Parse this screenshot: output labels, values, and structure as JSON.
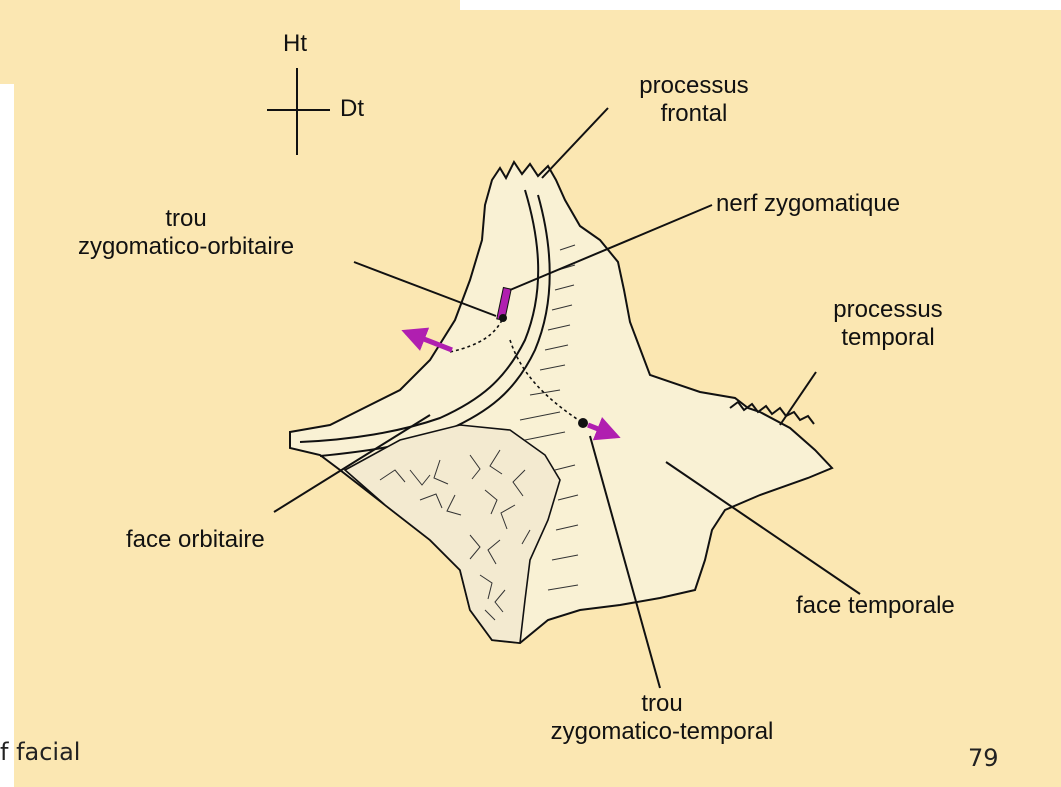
{
  "orientation": {
    "up_label": "Ht",
    "right_label": "Dt"
  },
  "labels": {
    "processus_frontal": "processus\nfrontal",
    "nerf_zygomatique": "nerf zygomatique",
    "trou_zygomatico_orbitaire": "trou\nzygomatico-orbitaire",
    "processus_temporal": "processus\ntemporal",
    "face_orbitaire": "face orbitaire",
    "face_temporale": "face temporale",
    "trou_zygomatico_temporal": "trou\nzygomatico-temporal"
  },
  "footer": {
    "left_text": "f facial",
    "page_number": "79"
  },
  "colors": {
    "background": "#fbe7b2",
    "bone": "#f9f1d4",
    "arrow": "#b01fb0",
    "line": "#111111"
  }
}
